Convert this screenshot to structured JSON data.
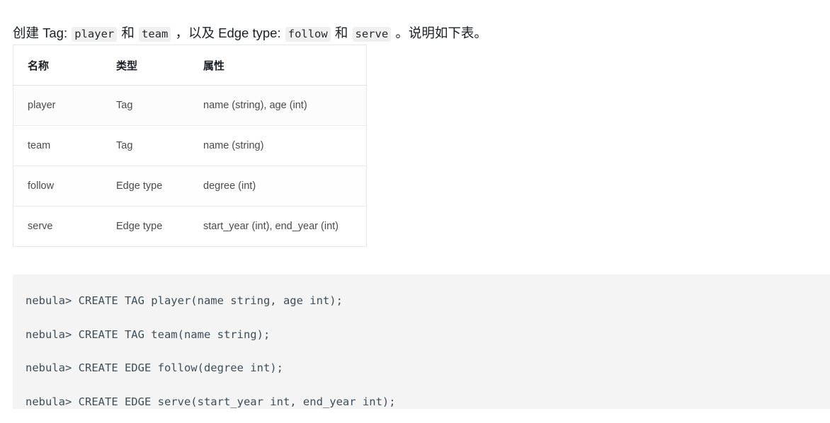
{
  "intro": {
    "segments": [
      {
        "type": "text",
        "value": "创建 Tag: "
      },
      {
        "type": "code",
        "value": "player"
      },
      {
        "type": "text",
        "value": " 和 "
      },
      {
        "type": "code",
        "value": "team"
      },
      {
        "type": "text",
        "value": " ，以及 Edge type: "
      },
      {
        "type": "code",
        "value": "follow"
      },
      {
        "type": "text",
        "value": " 和 "
      },
      {
        "type": "code",
        "value": "serve"
      },
      {
        "type": "text",
        "value": " 。说明如下表。"
      }
    ],
    "full_text": "创建 Tag: player 和 team ，以及 Edge type: follow 和 serve 。说明如下表。"
  },
  "table": {
    "headers": [
      "名称",
      "类型",
      "属性"
    ],
    "rows": [
      {
        "name": "player",
        "type": "Tag",
        "properties": "name (string), age (int)"
      },
      {
        "name": "team",
        "type": "Tag",
        "properties": "name (string)"
      },
      {
        "name": "follow",
        "type": "Edge type",
        "properties": "degree (int)"
      },
      {
        "name": "serve",
        "type": "Edge type",
        "properties": "start_year (int), end_year (int)"
      }
    ]
  },
  "code_block": {
    "background": "#f4f4f4",
    "text_color": "#3f4e58",
    "lines": [
      "nebula> CREATE TAG player(name string, age int);",
      "nebula> CREATE TAG team(name string);",
      "nebula> CREATE EDGE follow(degree int);",
      "nebula> CREATE EDGE serve(start_year int, end_year int);"
    ]
  }
}
